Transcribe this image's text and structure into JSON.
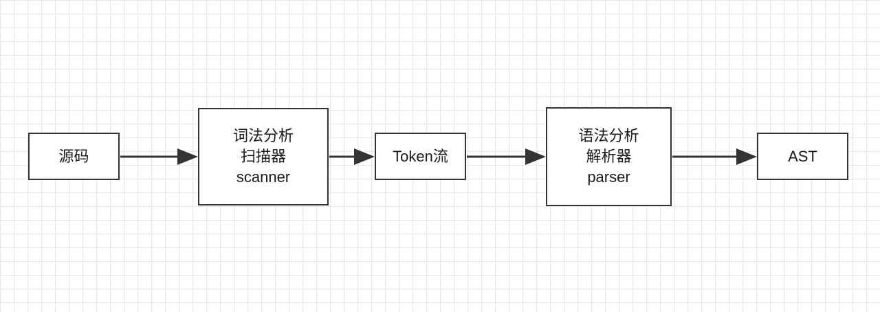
{
  "diagram": {
    "nodes": [
      {
        "id": "source",
        "lines": [
          "源码"
        ]
      },
      {
        "id": "scanner",
        "lines": [
          "词法分析",
          "扫描器",
          "scanner"
        ]
      },
      {
        "id": "token",
        "lines": [
          "Token流"
        ]
      },
      {
        "id": "parser",
        "lines": [
          "语法分析",
          "解析器",
          "parser"
        ]
      },
      {
        "id": "ast",
        "lines": [
          "AST"
        ]
      }
    ],
    "edges": [
      {
        "from": "source",
        "to": "scanner"
      },
      {
        "from": "scanner",
        "to": "token"
      },
      {
        "from": "token",
        "to": "parser"
      },
      {
        "from": "parser",
        "to": "ast"
      }
    ]
  }
}
